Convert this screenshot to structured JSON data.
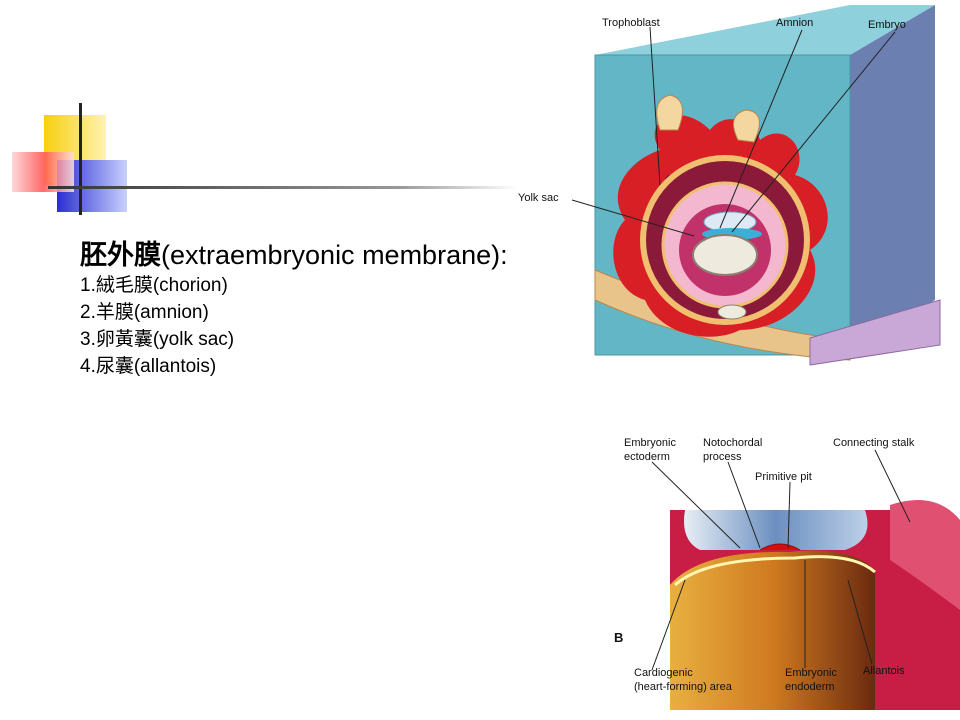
{
  "slide": {
    "title_cjk": "胚外膜",
    "title_en": "(extraembryonic membrane):",
    "items": [
      "1.絨毛膜(chorion)",
      "2.羊膜(amnion)",
      "3.卵黃囊(yolk sac)",
      "4.尿囊(allantois)"
    ]
  },
  "figure_top": {
    "labels": {
      "trophoblast": "Trophoblast",
      "amnion": "Amnion",
      "embryo": "Embryo",
      "yolk_sac": "Yolk sac"
    }
  },
  "figure_bottom": {
    "panel_letter": "B",
    "labels": {
      "embryonic_ectoderm_1": "Embryonic",
      "embryonic_ectoderm_2": "ectoderm",
      "notochordal_process_1": "Notochordal",
      "notochordal_process_2": "process",
      "connecting_stalk": "Connecting stalk",
      "primitive_pit": "Primitive pit",
      "cardiogenic_1": "Cardiogenic",
      "cardiogenic_2": "(heart-forming) area",
      "embryonic_endoderm_1": "Embryonic",
      "embryonic_endoderm_2": "endoderm",
      "allantois": "Allantois"
    }
  },
  "colors": {
    "accent_yellow": "#f7d21c",
    "accent_blue": "#2f3fd6",
    "accent_red": "#ef4b4b",
    "tissue_blue": "#62b6c6",
    "decidua_red": "#d81f26"
  }
}
